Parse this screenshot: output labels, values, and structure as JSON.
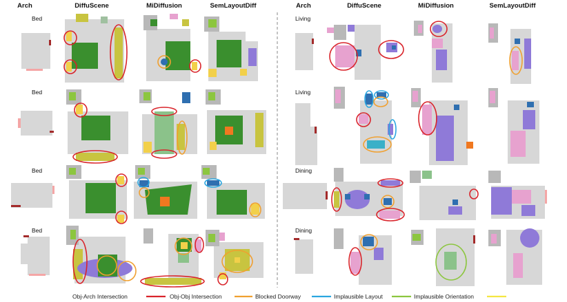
{
  "headers": {
    "left": [
      "Arch",
      "DiffuScene",
      "MiDiffusion",
      "SemLayoutDiff"
    ],
    "right": [
      "Arch",
      "DiffuScene",
      "MiDiffusion",
      "SemLayoutDiff"
    ]
  },
  "row_labels": {
    "left": [
      "Bed",
      "Bed",
      "Bed",
      "Bed"
    ],
    "right": [
      "Living",
      "Living",
      "Dining",
      "Dining"
    ]
  },
  "legend": [
    {
      "label": "Obj-Arch Intersection",
      "color": "#d9242b"
    },
    {
      "label": "Obj-Obj Intersection",
      "color": "#f0a030"
    },
    {
      "label": "Blocked Doorway",
      "color": "#2aa6e0"
    },
    {
      "label": "Implausible Layout",
      "color": "#8cc63f"
    },
    {
      "label": "Implausible Orientation",
      "color": "#f5e642"
    }
  ],
  "colors": {
    "floor": "#d7d7d7",
    "door": "#a32a2a",
    "window": "#f4a6a6",
    "bed": "#3a8f2e",
    "cabinet": "#c8c440",
    "nightstand": "#f2d04a",
    "sofa": "#e7a2cf",
    "table": "#8f7ad8",
    "chair": "#2f6fb0"
  }
}
